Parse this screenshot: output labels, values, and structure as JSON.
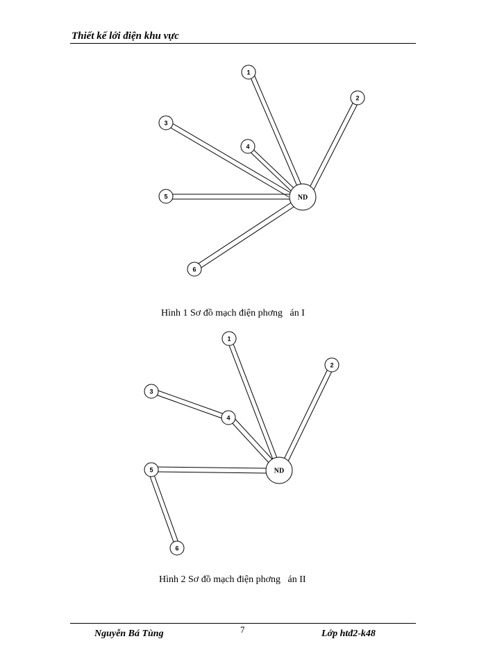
{
  "header": {
    "title": "Thiết kế lới   điện khu vực"
  },
  "figure1": {
    "hub": "ND",
    "nodes": [
      "1",
      "2",
      "3",
      "4",
      "5",
      "6"
    ],
    "caption": "Hình 1 Sơ đồ mạch điện phơng   án I"
  },
  "figure2": {
    "hub": "ND",
    "nodes": [
      "1",
      "2",
      "3",
      "4",
      "5",
      "6"
    ],
    "caption": "Hình 2 Sơ đồ mạch điện phơng   án II"
  },
  "footer": {
    "author": "Nguyễn Bá Tùng",
    "page": "7",
    "class": "Lớp htđ2-k48"
  }
}
